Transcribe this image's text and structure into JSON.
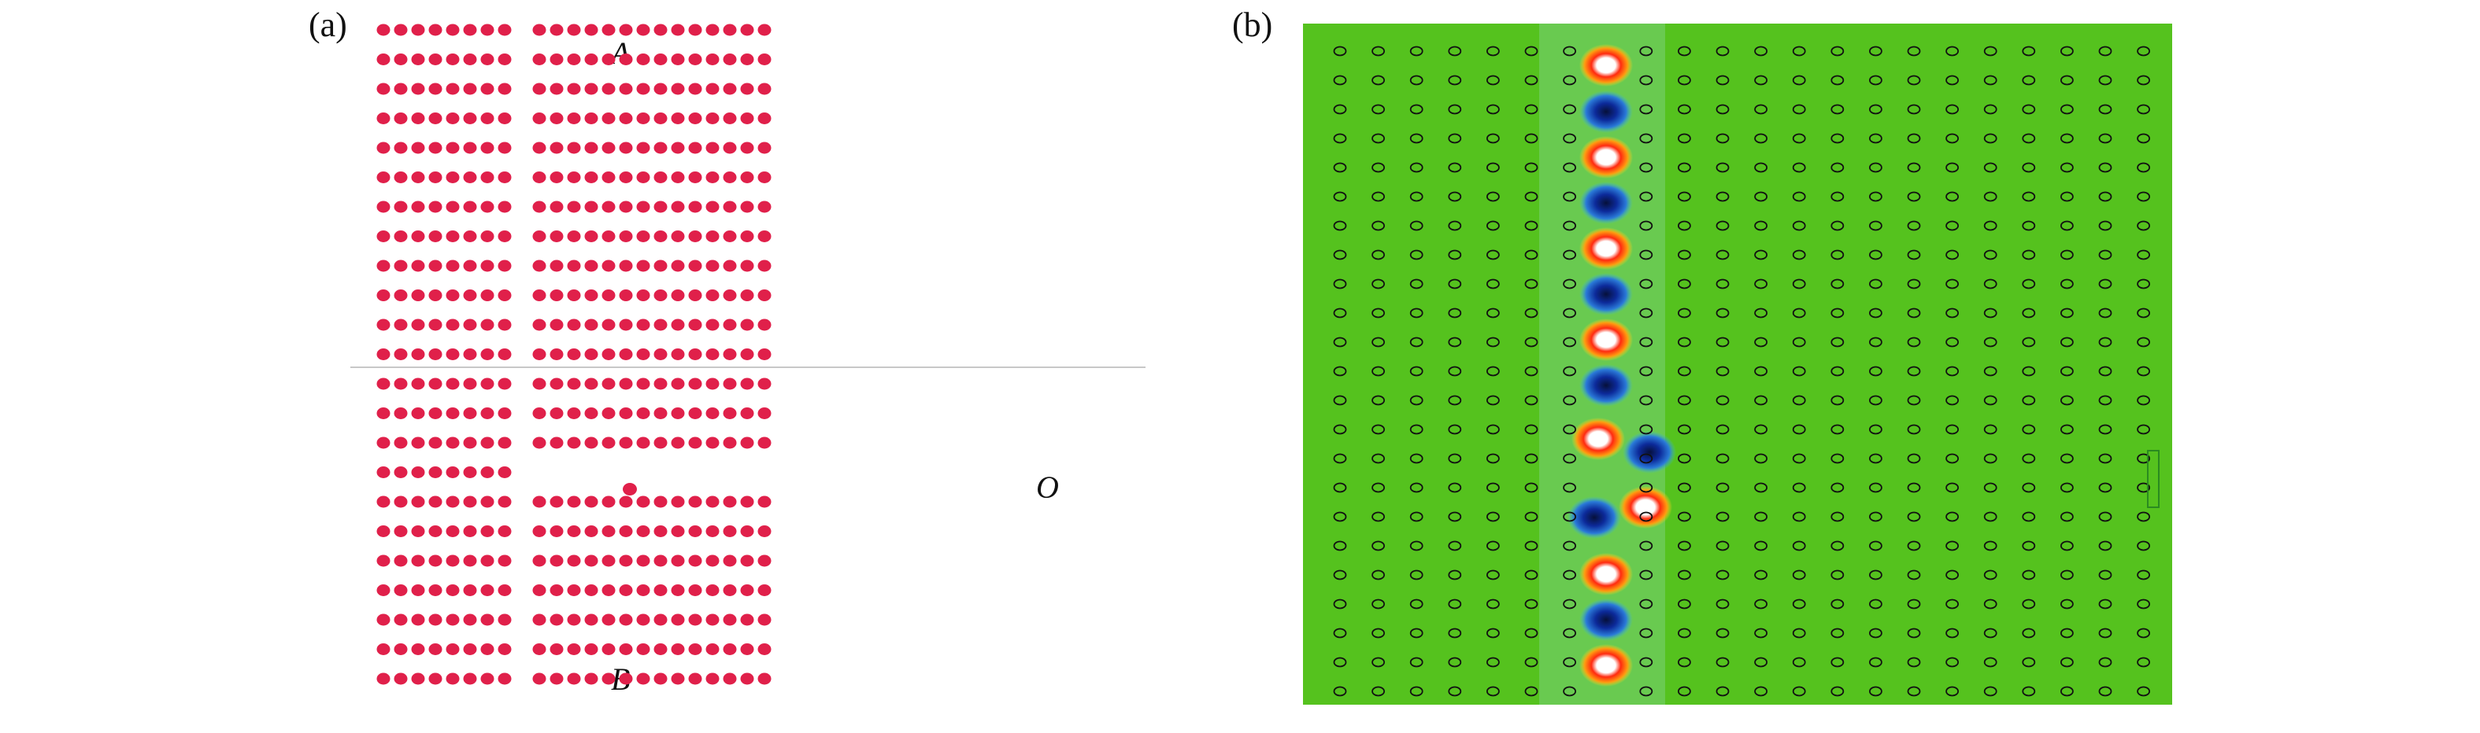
{
  "panel_a": {
    "label": "(a)",
    "point_labels": {
      "A": "A",
      "B": "B",
      "O": "O"
    },
    "rod_color": "#e0204a",
    "grid": {
      "columns": 23,
      "rows": 23,
      "missing_column": 8,
      "defect_row": 15,
      "defect_gap_columns": 8
    }
  },
  "panel_b": {
    "label": "(b)",
    "background_color": "#55c21e",
    "rod_outline_color": "#111111",
    "field_colors": {
      "positive": "#e01010",
      "negative": "#1030a0",
      "hot": "#ffffff"
    },
    "grid": {
      "columns": 22,
      "rows": 23,
      "missing_column": 7
    }
  }
}
